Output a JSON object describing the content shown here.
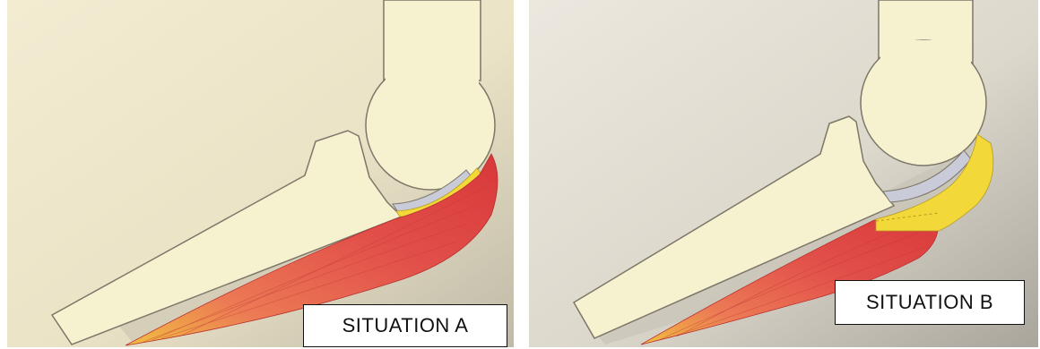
{
  "panels": [
    {
      "id": "a",
      "label": "SITUATION A"
    },
    {
      "id": "b",
      "label": "SITUATION B"
    }
  ],
  "colors": {
    "bone": "#f6f1cf",
    "background": "#efe8cc",
    "muscle": "#e0503e",
    "tendon": "#f3d83a",
    "cartilage": "#c9ccd8",
    "outline": "#7d776a"
  }
}
